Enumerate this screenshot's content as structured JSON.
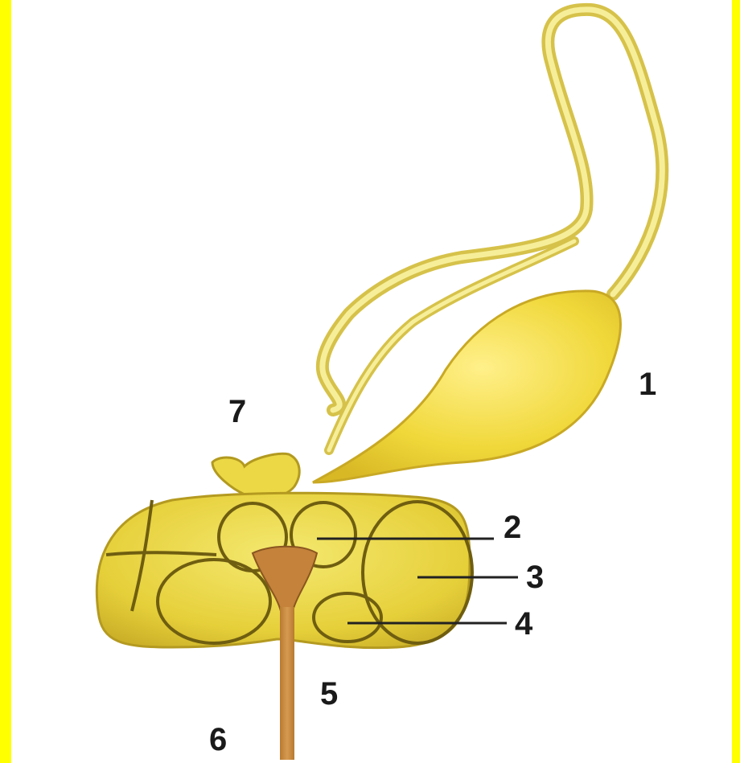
{
  "labels": {
    "l1": "1",
    "l2": "2",
    "l3": "3",
    "l4": "4",
    "l5": "5",
    "l6": "6",
    "l7": "7"
  },
  "colors": {
    "border": "#ffff00",
    "background": "#ffffff",
    "gland_fill": "#f0dc3c",
    "gland_shadow": "#d4b626",
    "outline": "#7a6a10",
    "stalk": "#c8893e",
    "label_text": "#1a1a1a"
  }
}
